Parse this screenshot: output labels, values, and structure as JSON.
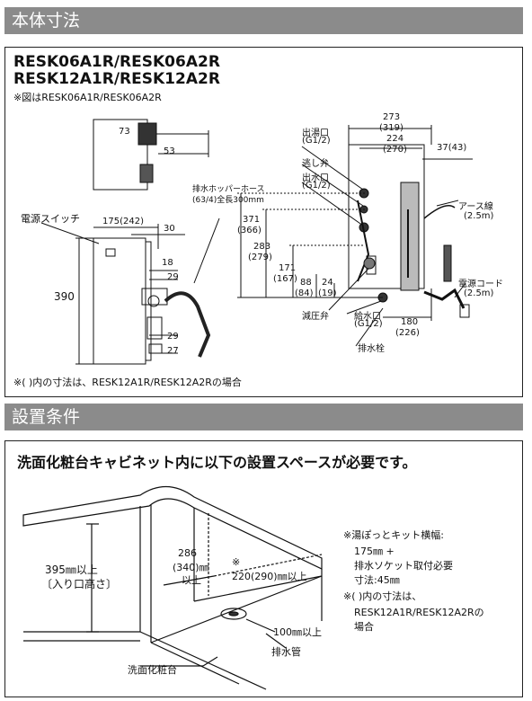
{
  "section1": {
    "header": "本体寸法",
    "models_line1": "RESK06A1R/RESK06A2R",
    "models_line2": "RESK12A1R/RESK12A2R",
    "figure_note": "※図はRESK06A1R/RESK06A2R",
    "footnote": "※(  )内の寸法は、RESK12A1R/RESK12A2Rの場合",
    "labels": {
      "power_switch": "電源スイッチ",
      "drain_hose_1": "排水ホッパーホース",
      "drain_hose_2": "(63/4)全長300mm",
      "hot_outlet": "出湯口",
      "hot_outlet_size": "(G1/2)",
      "relief_valve": "逃し弁",
      "water_outlet": "出水口",
      "water_outlet_size": "(G1/2)",
      "earth_wire": "アース線",
      "earth_wire_len": "(2.5m)",
      "power_cord": "電源コード",
      "power_cord_len": "(2.5m)",
      "pressure_valve": "減圧弁",
      "water_inlet": "給水口",
      "water_inlet_size": "(G1/2)",
      "drain_plug": "排水栓"
    },
    "dims": {
      "d73": "73",
      "d53": "53",
      "d175": "175(242)",
      "d30": "30",
      "d18": "18",
      "d29a": "29",
      "d29b": "29",
      "d27": "27",
      "d390": "390",
      "d273": "273",
      "d319": "(319)",
      "d224": "224",
      "d270": "(270)",
      "d37": "37(43)",
      "d371": "371",
      "d366": "(366)",
      "d283": "283",
      "d279": "(279)",
      "d171": "171",
      "d167": "(167)",
      "d88": "88",
      "d84": "(84)",
      "d24": "24",
      "d19": "(19)",
      "d180": "180",
      "d226": "(226)"
    }
  },
  "section2": {
    "header": "設置条件",
    "lead": "洗面化粧台キャビネット内に以下の設置スペースが必要です。",
    "labels": {
      "height_1": "395㎜以上",
      "height_2": "〔入り口高さ〕",
      "depth_1": "286",
      "depth_2": "(340)㎜",
      "depth_3": "以上",
      "mark": "※",
      "width_1": "220(290)㎜以上",
      "pipe_dist": "100㎜以上",
      "drain_pipe": "排水管",
      "vanity": "洗面化粧台"
    },
    "notes": {
      "n1": "※湯ぽっとキット横幅:",
      "n2": "175㎜ +",
      "n3": "排水ソケット取付必要",
      "n4": "寸法:45㎜",
      "n5": "※(  )内の寸法は、",
      "n6": "RESK12A1R/RESK12A2Rの",
      "n7": "場合"
    }
  }
}
